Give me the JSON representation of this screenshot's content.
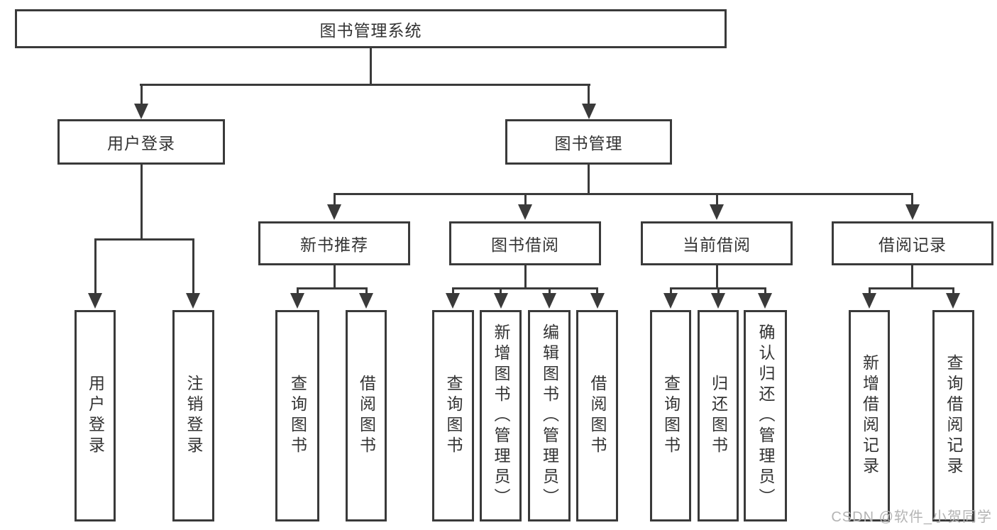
{
  "title": "图书管理系统",
  "watermark": "CSDN @软件_小贺同学",
  "colors": {
    "line": "#3a3a3a",
    "text": "#333333",
    "watermark_text": "#b4b4b4",
    "background": "#ffffff"
  },
  "tree": {
    "label": "图书管理系统",
    "children": [
      {
        "label": "用户登录",
        "children": [
          {
            "label": "用户登录"
          },
          {
            "label": "注销登录"
          }
        ]
      },
      {
        "label": "图书管理",
        "children": [
          {
            "label": "新书推荐",
            "children": [
              {
                "label": "查询图书"
              },
              {
                "label": "借阅图书"
              }
            ]
          },
          {
            "label": "图书借阅",
            "children": [
              {
                "label": "查询图书"
              },
              {
                "label": "新增图书（管理员）"
              },
              {
                "label": "编辑图书（管理员）"
              },
              {
                "label": "借阅图书"
              }
            ]
          },
          {
            "label": "当前借阅",
            "children": [
              {
                "label": "查询图书"
              },
              {
                "label": "归还图书"
              },
              {
                "label": "确认归还（管理员）"
              }
            ]
          },
          {
            "label": "借阅记录",
            "children": [
              {
                "label": "新增借阅记录"
              },
              {
                "label": "查询借阅记录"
              }
            ]
          }
        ]
      }
    ]
  }
}
